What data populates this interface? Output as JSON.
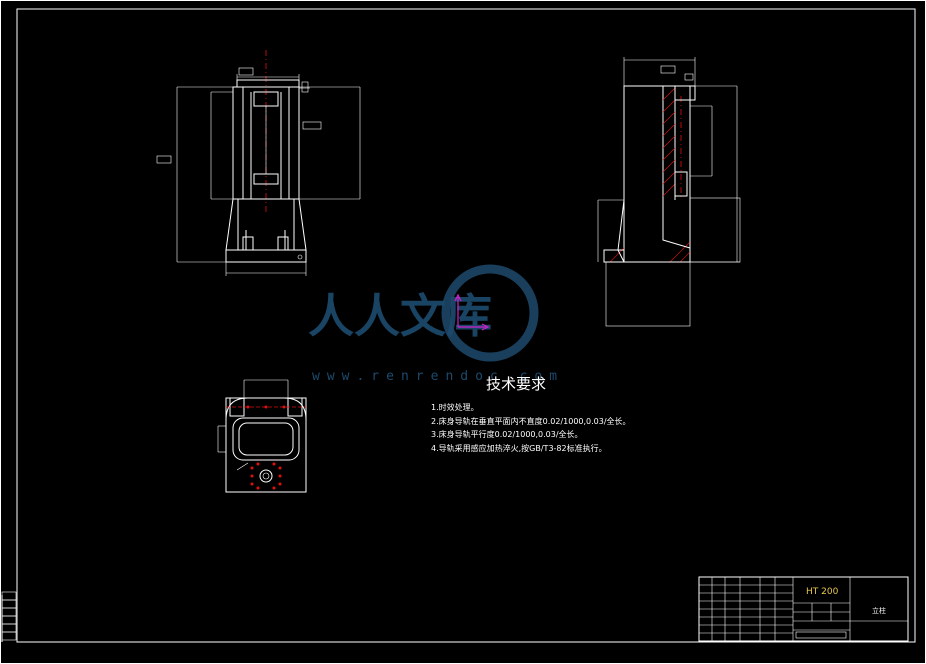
{
  "watermark": {
    "brand": "人人文库",
    "url": "www.renrendoc.com"
  },
  "tech_requirements": {
    "title": "技术要求",
    "items": [
      "1.时效处理。",
      "2.床身导轨在垂直平面内不直度0.02/1000,0.03/全长。",
      "3.床身导轨平行度0.02/1000,0.03/全长。",
      "4.导轨采用感应加热淬火,按GB/T3-82标准执行。"
    ]
  },
  "title_block": {
    "material": "HT 200",
    "part_name": "立柱"
  },
  "colors": {
    "background": "#000000",
    "line": "#ffffff",
    "centerline": "#e01010",
    "watermark": "#1d4a6d",
    "material_text": "#e8c84a",
    "ucs_axis": "#d020d0"
  }
}
